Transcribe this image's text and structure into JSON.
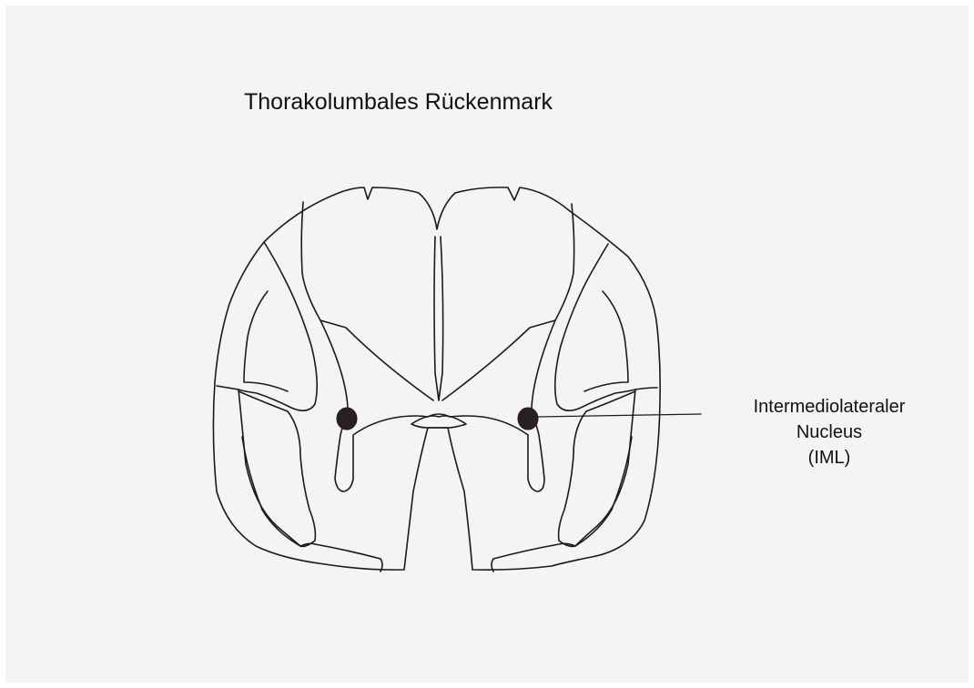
{
  "title": "Thorakolumbales Rückenmark",
  "label": {
    "line1": "Intermediolateraler",
    "line2": "Nucleus",
    "line3": "(IML)"
  },
  "colors": {
    "background": "#f4f4f2",
    "outline": "#1a1a1a",
    "nucleus": "#2a2024",
    "text": "#111111"
  }
}
